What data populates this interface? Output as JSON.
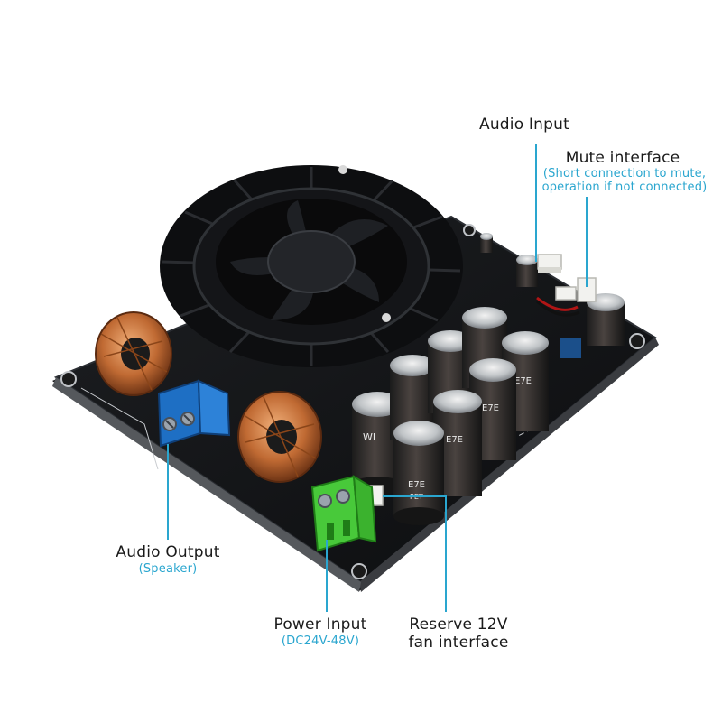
{
  "accent_color": "#2aa6cf",
  "labels": {
    "audio_input": "Audio Input",
    "mute_title": "Mute interface",
    "mute_note_1": "(Short connection to mute,",
    "mute_note_2": "operation if not connected)",
    "audio_output": "Audio Output",
    "audio_output_note": "(Speaker)",
    "power_input": "Power Input",
    "power_input_note": "(DC24V-48V)",
    "reserve_fan_1": "Reserve 12V",
    "reserve_fan_2": "fan interface"
  },
  "board": {
    "capacitor_print": "E7E",
    "capacitor_sub": "PET",
    "big_cap_print": "WL"
  }
}
